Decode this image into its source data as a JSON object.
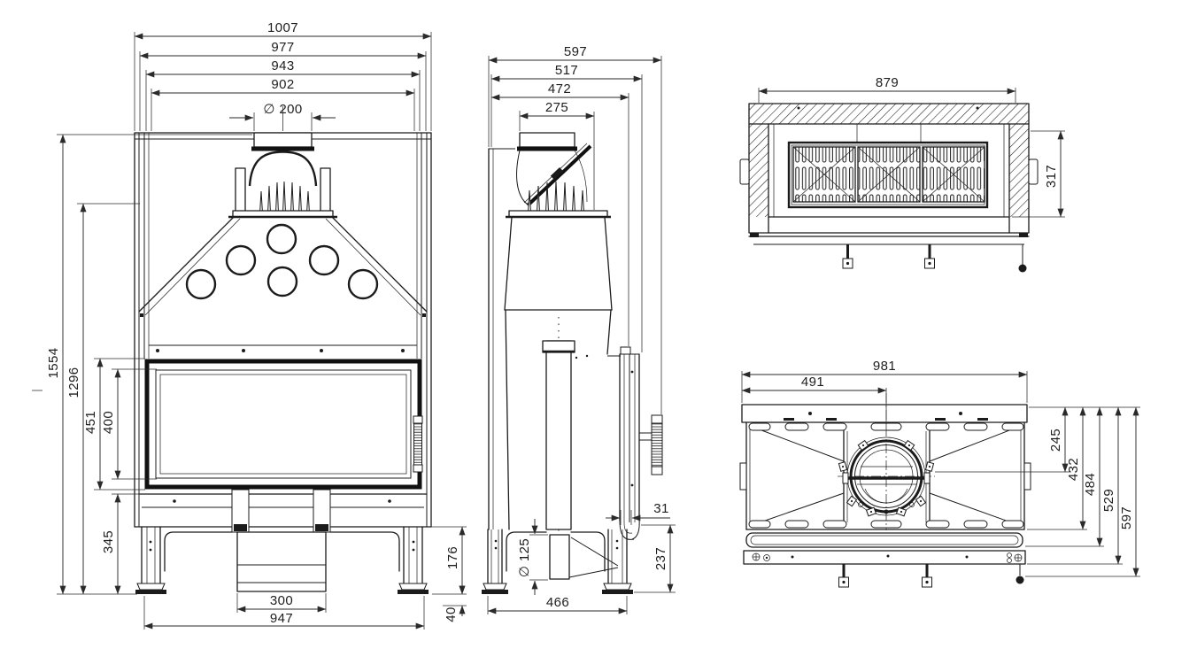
{
  "colors": {
    "ink": "#1b1b1b",
    "dimension": "#2a2a2a",
    "background": "#ffffff"
  },
  "front": {
    "w1007": "1007",
    "w977": "977",
    "w943": "943",
    "w902": "902",
    "flue_dia": "∅ 200",
    "h1554": "1554",
    "h1296": "1296",
    "h451": "451",
    "h400": "400",
    "h345": "345",
    "w300": "300",
    "w947": "947",
    "h176": "176",
    "h40": "40"
  },
  "side": {
    "d597": "597",
    "d517": "517",
    "d472": "472",
    "d275": "275",
    "dia125": "∅ 125",
    "t31": "31",
    "h237": "237",
    "d466": "466"
  },
  "top": {
    "w879": "879",
    "d317": "317"
  },
  "plan": {
    "w981": "981",
    "w491": "491",
    "h245": "245",
    "h432": "432",
    "h484": "484",
    "h529": "529",
    "h597": "597"
  }
}
